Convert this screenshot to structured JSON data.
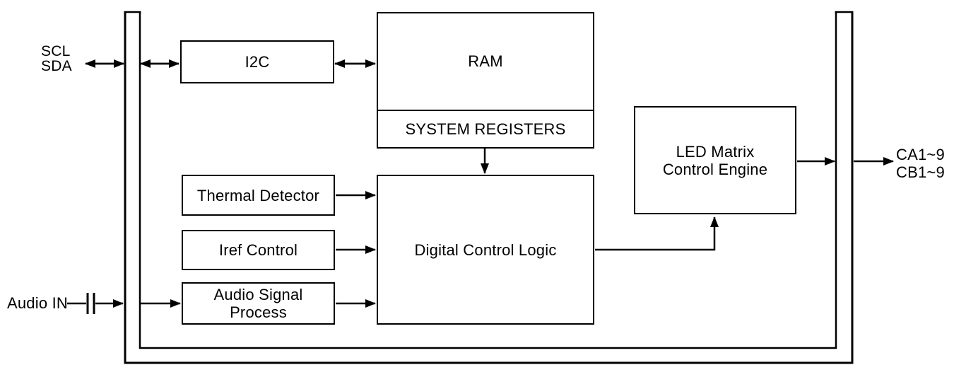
{
  "diagram": {
    "background_color": "#ffffff",
    "line_color": "#000000",
    "text_color": "#000000",
    "blocks": {
      "i2c": "I2C",
      "ram": "RAM",
      "system_registers": "SYSTEM REGISTERS",
      "thermal_detector": "Thermal Detector",
      "iref_control": "Iref Control",
      "audio_signal_process": "Audio Signal Process",
      "digital_control_logic": "Digital Control Logic",
      "led_matrix_control_engine_line1": "LED Matrix",
      "led_matrix_control_engine_line2": "Control Engine"
    },
    "pins": {
      "scl": "SCL",
      "sda": "SDA",
      "audio_in": "Audio IN",
      "ca": "CA1~9",
      "cb": "CB1~9"
    }
  }
}
